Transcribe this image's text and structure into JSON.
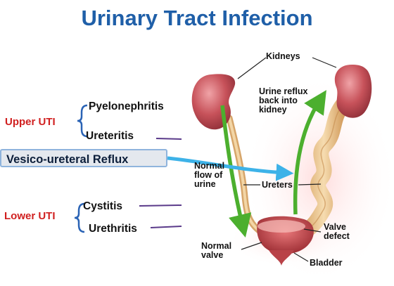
{
  "title": "Urinary Tract Infection",
  "classification": {
    "upper": {
      "label": "Upper UTI",
      "items": [
        "Pyelonephritis",
        "Ureteritis"
      ]
    },
    "highlight": "Vesico-ureteral Reflux",
    "lower": {
      "label": "Lower UTI",
      "items": [
        "Cystitis",
        "Urethritis"
      ]
    }
  },
  "anatomy": {
    "kidneys": "Kidneys",
    "urine_reflux": "Urine reflux\nback into\nkidney",
    "normal_flow": "Normal\nflow of\nurine",
    "ureters": "Ureters",
    "valve_defect": "Valve\ndefect",
    "normal_valve": "Normal\nvalve",
    "bladder": "Bladder"
  },
  "colors": {
    "title": "#1f5fa8",
    "uti_category": "#d01f1f",
    "bracket": "#2a63b5",
    "connector_line": "#5a3a8a",
    "reflux_arrow": "#3db2e8",
    "flow_arrow": "#4caf2e",
    "kidney": "#c7525a",
    "ureter": "#e8c38e"
  }
}
